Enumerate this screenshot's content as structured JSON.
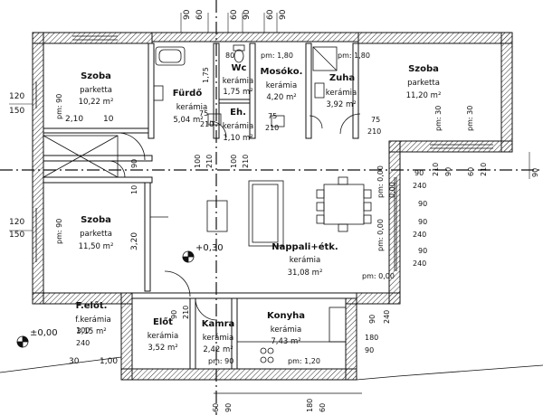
{
  "rooms": {
    "szoba1": {
      "name": "Szoba",
      "floor": "parketta",
      "area": "10,22 m²"
    },
    "furdo": {
      "name": "Fürdő",
      "floor": "kerámia",
      "area": "5,04 m²"
    },
    "wc": {
      "name": "Wc",
      "floor": "kerámia",
      "area": "1,75 m²"
    },
    "eh": {
      "name": "Eh.",
      "floor": "kerámia",
      "area": "1,10 m²"
    },
    "mosoko": {
      "name": "Mosókо.",
      "floor": "kerámia",
      "area": "4,20 m²"
    },
    "zuha": {
      "name": "Zuha",
      "floor": "kerámia",
      "area": "3,92 m²"
    },
    "szoba3": {
      "name": "Szoba",
      "floor": "parketta",
      "area": "11,20 m²"
    },
    "szoba2": {
      "name": "Szoba",
      "floor": "parketta",
      "area": "11,50 m²"
    },
    "nappali": {
      "name": "Nappali+étk.",
      "floor": "kerámia",
      "area": "31,08 m²"
    },
    "felot": {
      "name": "F.előt.",
      "floor": "f.kerámia",
      "area": "3,15 m²"
    },
    "elot": {
      "name": "Előt",
      "floor": "kerámia",
      "area": "3,52 m²"
    },
    "kamra": {
      "name": "Kamra",
      "floor": "kerámia",
      "area": "2,42 m²"
    },
    "konyha": {
      "name": "Konyha",
      "floor": "kerámia",
      "area": "7,43 m²"
    }
  },
  "levels": {
    "inner": "+0,30",
    "outer": "±0,00"
  },
  "dims": {
    "d90": "90",
    "d60": "60",
    "d80": "80",
    "d120": "120",
    "d150": "150",
    "d210": "210",
    "d75": "75",
    "d100": "100",
    "d240": "240",
    "d180": "180",
    "d30": "30",
    "d10": "10",
    "d210b": "2,10",
    "d320": "3,20",
    "d175": "1,75",
    "d100b": "1,00",
    "pm90": "pm: 90",
    "pm180": "pm: 1,80",
    "pm30": "pm: 30",
    "pm120": "pm: 1,20",
    "pm000": "pm: 0,00",
    "d000": "0,00"
  }
}
